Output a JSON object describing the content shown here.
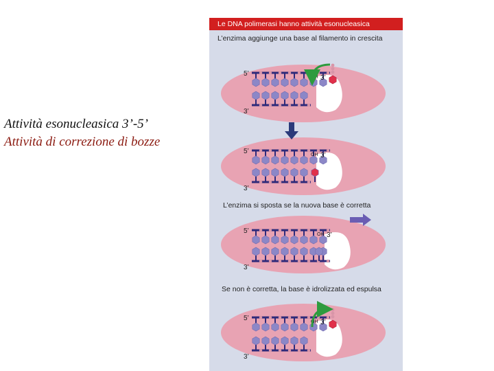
{
  "captions": {
    "line1": "Attività esonucleasica 3’-5’",
    "line2": "Attività di correzione di bozze"
  },
  "panel": {
    "title": "Le DNA polimerasi hanno attività esonucleasica",
    "step1_label": "L’enzima aggiunge una base al filamento in crescita",
    "step2_label": "L’enzima si sposta se la nuova base è corretta",
    "step3_label": "Se non è corretta, la base è idrolizzata ed espulsa"
  },
  "strand_labels": {
    "five_prime": "5’",
    "three_prime": "3’",
    "hydroxyl": "OH"
  },
  "colors": {
    "panel_bg": "#d6dbe9",
    "title_bar": "#d21f1f",
    "enzyme": "#e8a3b3",
    "backbone": "#2e2a7a",
    "base": "#8c87c7",
    "new_base": "#e0304a",
    "arrow_green": "#2e9b3e",
    "arrow_down": "#2b3a7a",
    "arrow_purple": "#6a5db3"
  }
}
